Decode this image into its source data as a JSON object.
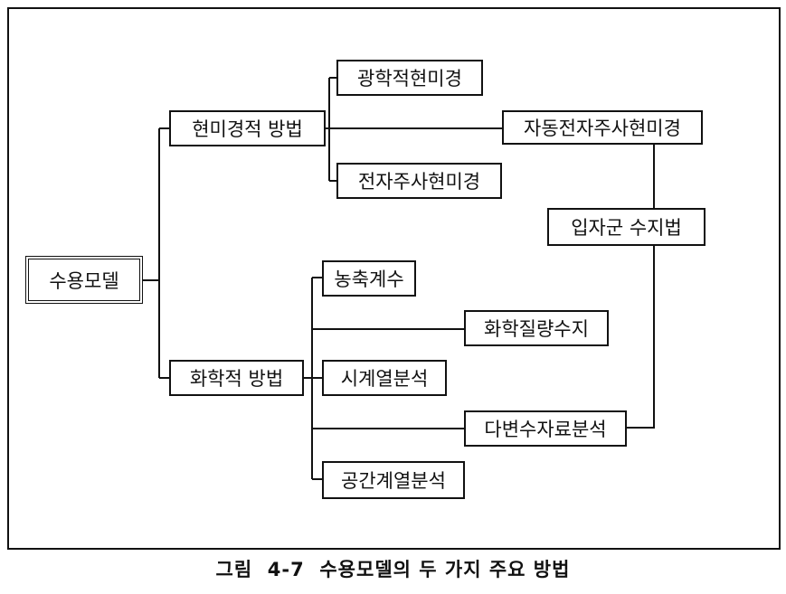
{
  "diagram": {
    "root": {
      "label": "수용모델"
    },
    "branches": [
      {
        "label": "현미경적 방법"
      },
      {
        "label": "화학적 방법"
      }
    ],
    "leaves": {
      "optical_microscopy": "광학적현미경",
      "sem": "전자주사현미경",
      "auto_sem": "자동전자주사현미경",
      "particle_count": "입자군 수지법",
      "enrichment_factor": "농축계수",
      "chemical_mass_balance": "화학질량수지",
      "time_series": "시계열분석",
      "multivariate": "다변수자료분석",
      "spatial_series": "공간계열분석"
    }
  },
  "caption": "그림  4-7  수용모델의 두 가지 주요 방법"
}
